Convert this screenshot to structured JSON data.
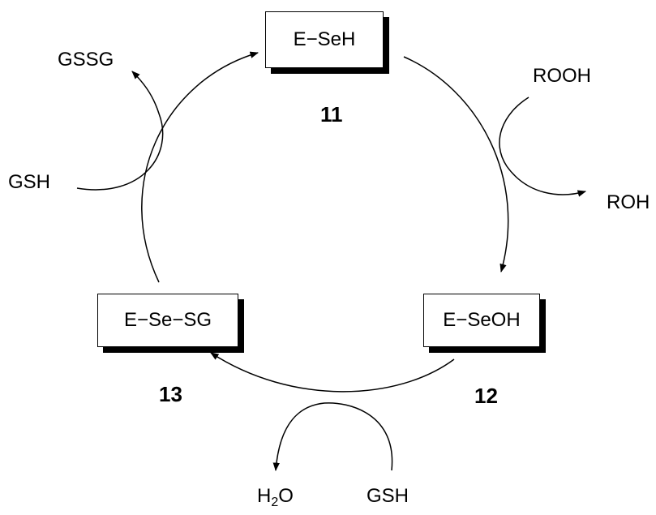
{
  "species": {
    "es_h": "E−SeH",
    "es_oh": "E−SeOH",
    "es_sg": "E−Se−SG"
  },
  "compound_numbers": {
    "n11": "11",
    "n12": "12",
    "n13": "13"
  },
  "reagents": {
    "rooh": "ROOH",
    "roh": "ROH",
    "gssg": "GSSG",
    "gsh_left": "GSH",
    "gsh_bottom": "GSH",
    "water_h": "H",
    "water_sub": "2",
    "water_o": "O"
  }
}
